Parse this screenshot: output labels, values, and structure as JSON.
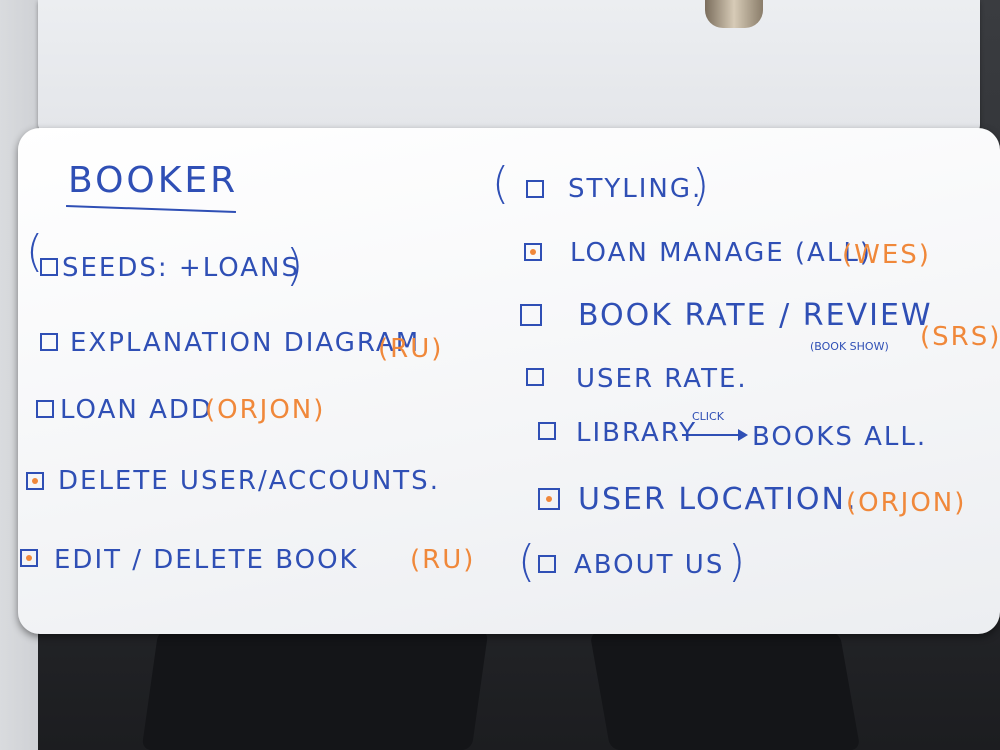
{
  "title": "BOOKER",
  "left_items": [
    {
      "text": "SEEDS: +LOANS",
      "owner": "",
      "checked": false
    },
    {
      "text": "EXPLANATION DIAGRAM",
      "owner": "(RU)",
      "checked": false
    },
    {
      "text": "LOAN ADD",
      "owner": "(ORJON)",
      "checked": false
    },
    {
      "text": "DELETE USER/ACCOUNTS.",
      "owner": "",
      "checked": true
    },
    {
      "text": "EDIT / DELETE BOOK",
      "owner": "(RU)",
      "checked": true
    }
  ],
  "right_items": [
    {
      "text": "STYLING.",
      "owner": "",
      "checked": false
    },
    {
      "text": "LOAN MANAGE (ALL)",
      "owner": "(WES)",
      "checked": true
    },
    {
      "text": "BOOK RATE / REVIEW",
      "owner": "(SRS)",
      "note": "(BOOK SHOW)",
      "checked": false
    },
    {
      "text": "USER RATE.",
      "owner": "",
      "checked": false
    },
    {
      "text_before": "LIBRARY",
      "arrow_label": "CLICK",
      "text_after": "BOOKS ALL.",
      "checked": false
    },
    {
      "text": "USER LOCATION.",
      "owner": "(ORJON)",
      "checked": true
    },
    {
      "text": "ABOUT US",
      "owner": "",
      "checked": false
    }
  ]
}
